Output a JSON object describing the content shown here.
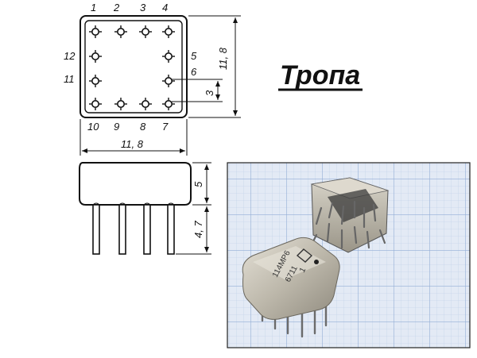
{
  "brand": {
    "name": "Тропа"
  },
  "top_view": {
    "pins_top": [
      "1",
      "2",
      "3",
      "4"
    ],
    "pins_bottom": [
      "10",
      "9",
      "8",
      "7"
    ],
    "pins_left": [
      "12",
      "11"
    ],
    "pins_right": [
      "5",
      "6"
    ],
    "dim_width": "11, 8",
    "dim_height": "11, 8",
    "dim_pin_pitch": "3"
  },
  "side_view": {
    "dim_body": "5",
    "dim_leads": "4, 7"
  },
  "photo": {
    "marking_line1": "114МР6",
    "marking_line2": "6711",
    "marking_line3": "1"
  },
  "colors": {
    "line": "#111111",
    "grid_bg": "#dde7f5",
    "grid_line": "#9fb6d9",
    "component_body": "#c9c4b8"
  }
}
